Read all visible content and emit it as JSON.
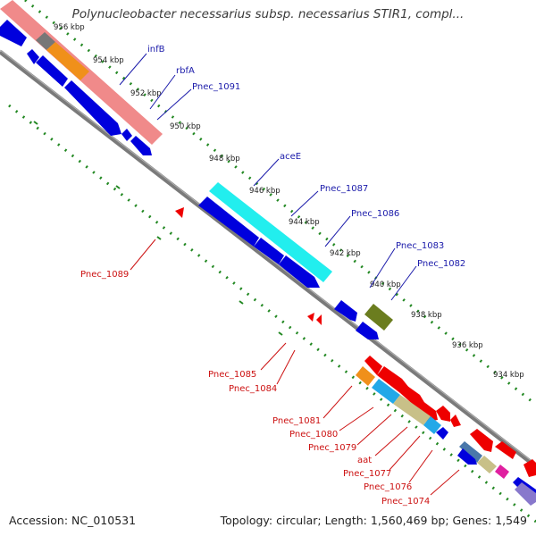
{
  "title": "Polynucleobacter necessarius subsp. necessarius STIR1, compl...",
  "footer": {
    "accession": "Accession: NC_010531",
    "summary": "Topology: circular; Length: 1,560,469 bp; Genes: 1,549"
  },
  "colors": {
    "forward_gene": "#0000dd",
    "reverse_gene": "#ee0000",
    "forward_label": "#1a1aaa",
    "reverse_label": "#cc1111",
    "backbone": "#7a7a7a",
    "tick_dots": "#228822",
    "pink_feature": "#f08a8a",
    "orange_feature": "#f0901a",
    "gray_feature": "#777777",
    "cyan_feature": "#22eeee",
    "olive_feature": "#6b7d1f",
    "skyblue_feature": "#22a8e8",
    "khaki_feature": "#c8c088",
    "magenta_feature": "#e020a0",
    "steelblue_feature": "#4a78aa",
    "purple_feature": "#8878cc"
  },
  "ticks": [
    "956 kbp",
    "954 kbp",
    "952 kbp",
    "950 kbp",
    "948 kbp",
    "946 kbp",
    "944 kbp",
    "942 kbp",
    "940 kbp",
    "938 kbp",
    "936 kbp",
    "934 kbp"
  ],
  "forward_genes": [
    "infB",
    "rbfA",
    "Pnec_1091",
    "aceE",
    "Pnec_1087",
    "Pnec_1086",
    "Pnec_1083",
    "Pnec_1082"
  ],
  "reverse_genes": [
    "Pnec_1089",
    "Pnec_1085",
    "Pnec_1084",
    "Pnec_1081",
    "Pnec_1080",
    "Pnec_1079",
    "aat",
    "Pnec_1077",
    "Pnec_1076",
    "Pnec_1074"
  ]
}
